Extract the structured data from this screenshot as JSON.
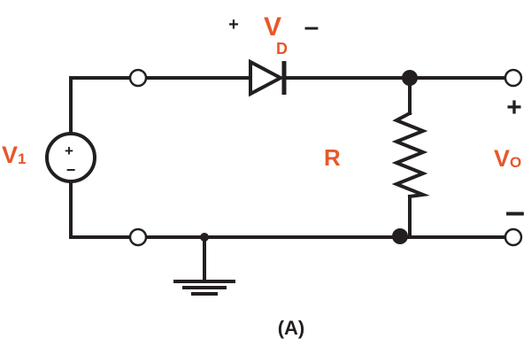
{
  "figure": {
    "caption": "(A)"
  },
  "source": {
    "label_main": "V",
    "label_sub": "1",
    "plus": "+",
    "minus": "−"
  },
  "diode": {
    "label_main": "V",
    "label_sub": "D",
    "plus": "+",
    "minus": "–"
  },
  "resistor": {
    "label": "R"
  },
  "output": {
    "label_main": "V",
    "label_sub": "O",
    "plus": "+",
    "minus": "–"
  },
  "colors": {
    "label": "#e8572a",
    "wire": "#231f20"
  }
}
